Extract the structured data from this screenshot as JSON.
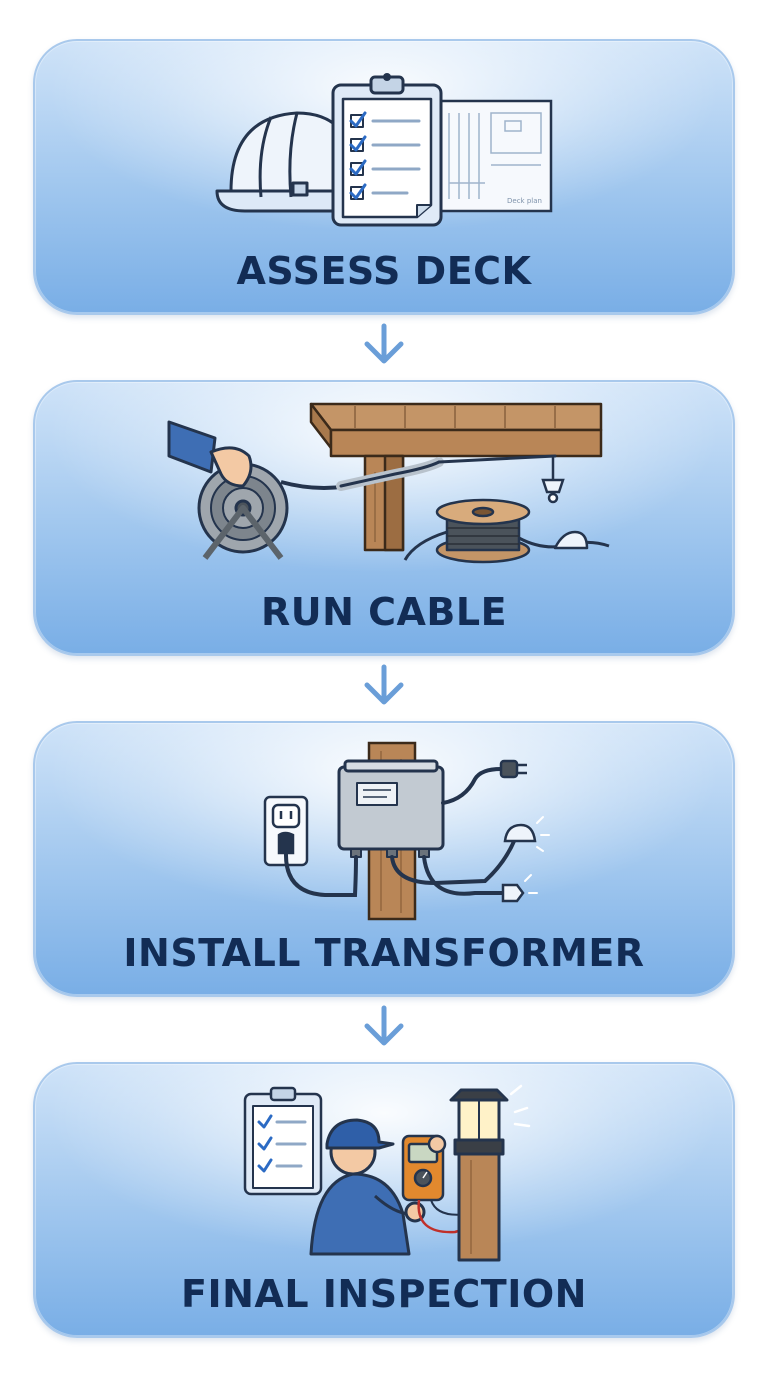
{
  "steps": [
    {
      "title": "ASSESS DECK",
      "plan_label": "Deck plan"
    },
    {
      "title": "RUN CABLE"
    },
    {
      "title": "INSTALL TRANSFORMER"
    },
    {
      "title": "FINAL INSPECTION"
    }
  ],
  "colors": {
    "card_top": "#cfe3f8",
    "card_bottom": "#79aee6",
    "title_text": "#122c55",
    "arrow": "#6a9ed8",
    "outline": "#24344d"
  },
  "icons": [
    "hard-hat-icon",
    "checklist-icon",
    "deck-plan-icon",
    "cable-reel-icon",
    "deck-icon",
    "cable-spool-icon",
    "outlet-icon",
    "transformer-icon",
    "plug-icon",
    "clipboard-icon",
    "electrician-icon",
    "multimeter-icon",
    "post-light-icon"
  ]
}
